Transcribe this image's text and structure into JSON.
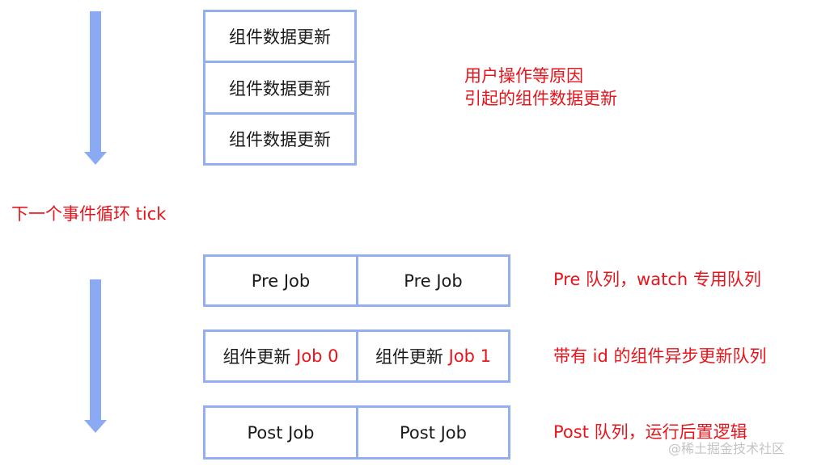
{
  "top_stack": {
    "cells": [
      "组件数据更新",
      "组件数据更新",
      "组件数据更新"
    ]
  },
  "top_annotation": {
    "line1": "用户操作等原因",
    "line2": "引起的组件数据更新"
  },
  "tick_label": "下一个事件循环 tick",
  "pre_row": {
    "cells": [
      "Pre Job",
      "Pre Job"
    ],
    "annotation": "Pre 队列，watch 专用队列"
  },
  "component_row": {
    "cells": [
      {
        "prefix": "组件更新 ",
        "job": "Job 0"
      },
      {
        "prefix": "组件更新 ",
        "job": "Job 1"
      }
    ],
    "annotation": "带有 id 的组件异步更新队列"
  },
  "post_row": {
    "cells": [
      "Post Job",
      "Post Job"
    ],
    "annotation": "Post 队列，运行后置逻辑"
  },
  "watermark": "@稀土掘金技术社区",
  "colors": {
    "arrow": "#8aaaf4",
    "box_border": "#94aef2",
    "annotation": "#e8141b"
  }
}
